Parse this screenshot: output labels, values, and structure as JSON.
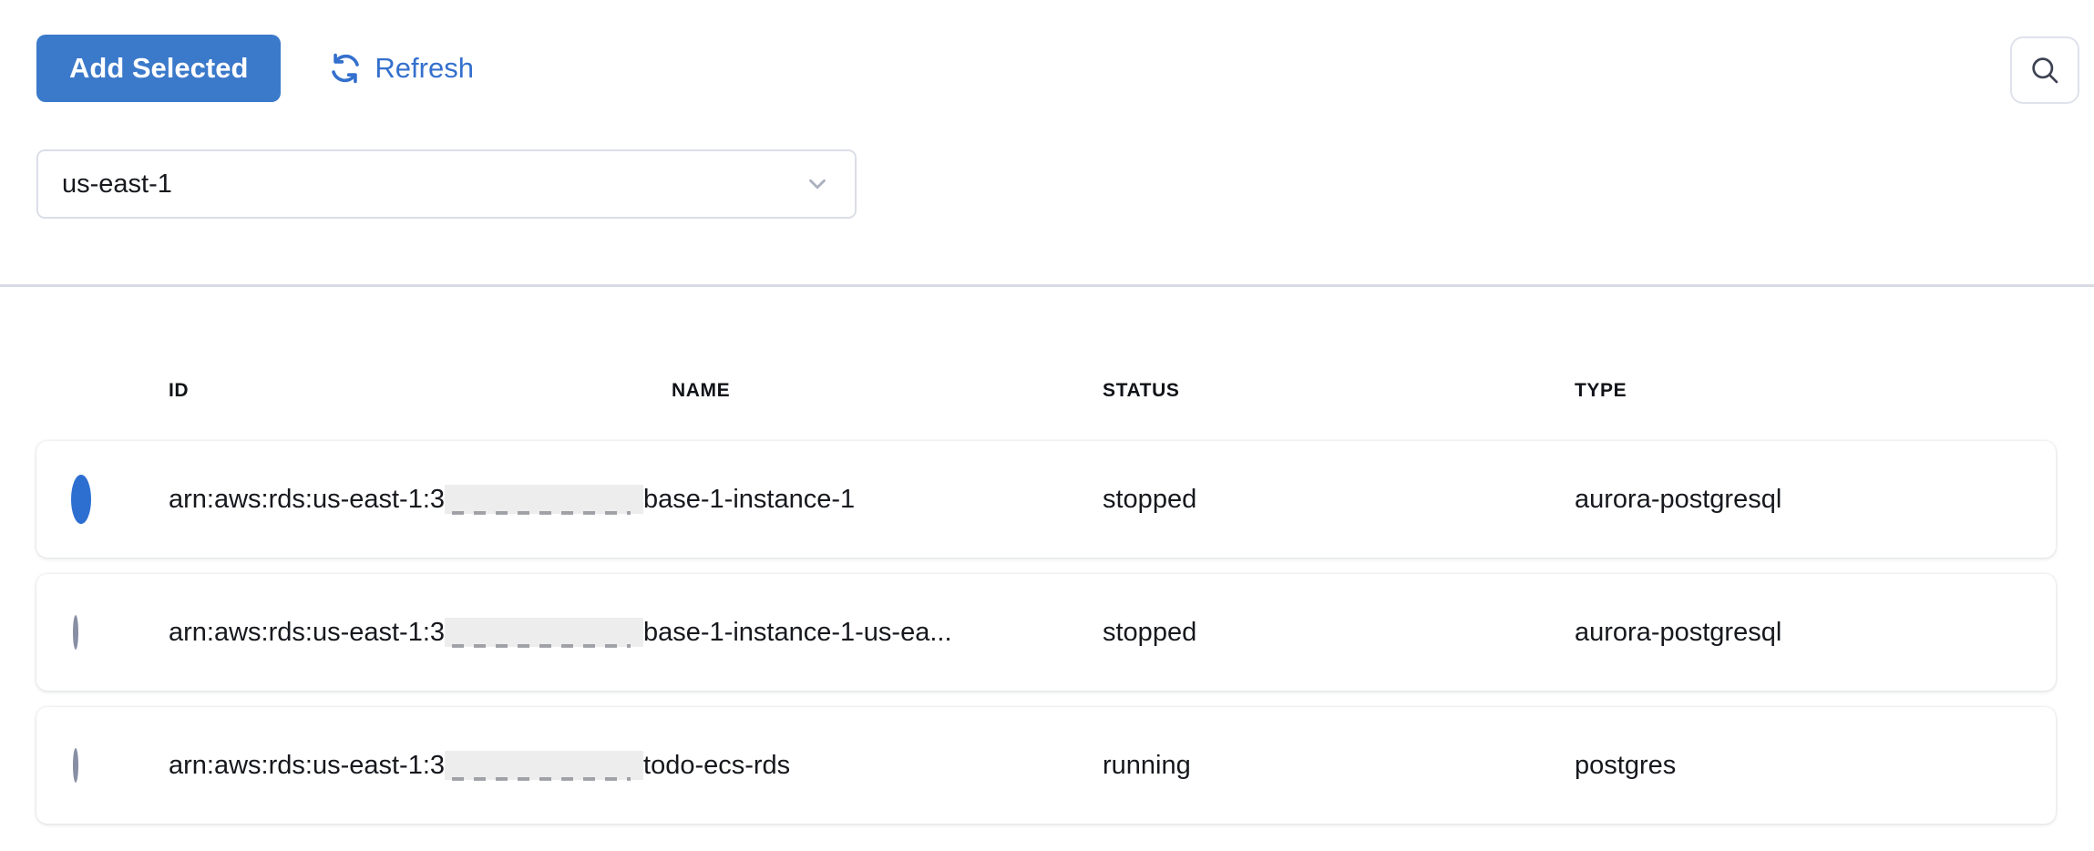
{
  "toolbar": {
    "add_selected_label": "Add Selected",
    "refresh_label": "Refresh"
  },
  "icons": {
    "refresh": "refresh-icon",
    "search": "search-icon",
    "chevron_down": "chevron-down-icon"
  },
  "region_select": {
    "value": "us-east-1"
  },
  "table": {
    "columns": [
      "ID",
      "NAME",
      "STATUS",
      "TYPE"
    ],
    "rows": [
      {
        "selected": true,
        "id_prefix": "arn:aws:rds:us-east-1:3",
        "id_redacted": true,
        "id_suffix": "base-1-instance-1",
        "status": "stopped",
        "type": "aurora-postgresql"
      },
      {
        "selected": false,
        "id_prefix": "arn:aws:rds:us-east-1:3",
        "id_redacted": true,
        "id_suffix": "base-1-instance-1-us-ea...",
        "status": "stopped",
        "type": "aurora-postgresql"
      },
      {
        "selected": false,
        "id_prefix": "arn:aws:rds:us-east-1:3",
        "id_redacted": true,
        "id_suffix": "todo-ecs-rds",
        "status": "running",
        "type": "postgres"
      }
    ]
  },
  "colors": {
    "primary_button": "#3b79ca",
    "link": "#3470cd",
    "radio_selected": "#2d6fd1",
    "divider": "#d8dbe3",
    "text": "#16181d",
    "redaction_box": "#ededee"
  }
}
